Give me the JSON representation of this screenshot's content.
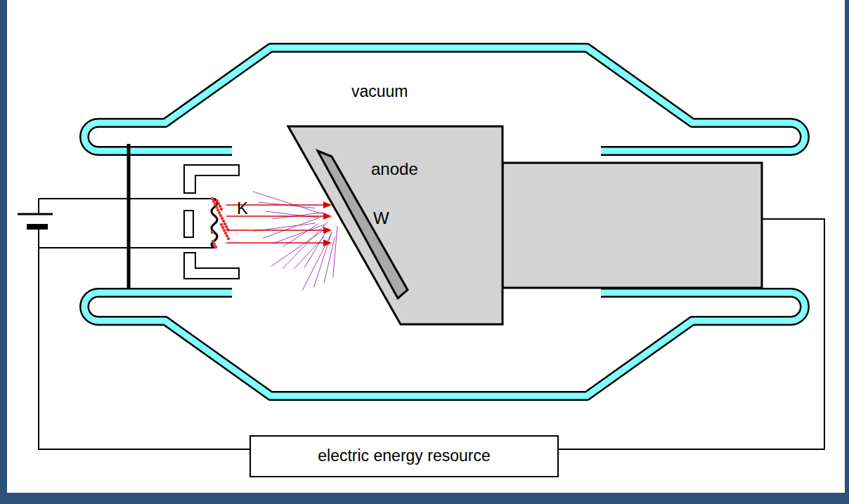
{
  "diagram": {
    "nodes": [
      {
        "text": [
          "anode"
        ]
      },
      {
        "text": [
          "electric energy resource"
        ]
      }
    ],
    "edges": [
      {
        "from": 0,
        "to": 1,
        "arrow": "none"
      }
    ],
    "labels": [
      "vacuum",
      "K",
      "W"
    ]
  }
}
